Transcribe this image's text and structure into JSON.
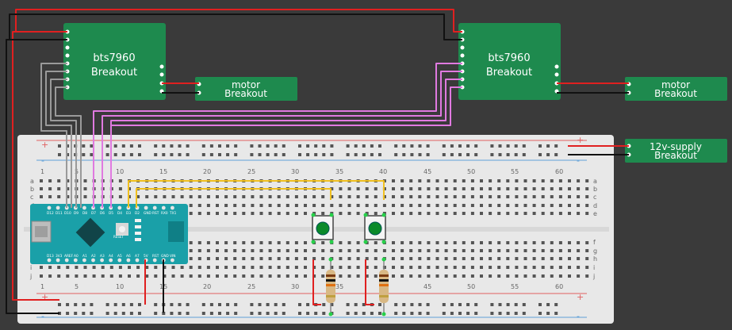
{
  "modules": {
    "driver1": {
      "line1": "bts7960",
      "line2": "Breakout"
    },
    "driver2": {
      "line1": "bts7960",
      "line2": "Breakout"
    },
    "motor1": {
      "line1": "motor",
      "line2": "Breakout"
    },
    "motor2": {
      "line1": "motor",
      "line2": "Breakout"
    },
    "supply": {
      "line1": "12v-supply",
      "line2": "Breakout"
    }
  },
  "breadboard": {
    "plus": "+",
    "minus": "-",
    "columns": [
      "1",
      "5",
      "10",
      "15",
      "20",
      "25",
      "30",
      "35",
      "40",
      "45",
      "50",
      "55",
      "60"
    ],
    "rows_top": [
      "a",
      "b",
      "c",
      "d",
      "e"
    ],
    "rows_bottom": [
      "f",
      "g",
      "h",
      "i",
      "j"
    ]
  },
  "arduino": {
    "top_pins": [
      "D12",
      "D11",
      "D10",
      "D9",
      "D8",
      "D7",
      "D6",
      "D5",
      "D4",
      "D3",
      "D2",
      "GND",
      "RST",
      "RX0",
      "TX1"
    ],
    "bottom_pins": [
      "D13",
      "3V3",
      "AREF",
      "A0",
      "A1",
      "A2",
      "A3",
      "A4",
      "A5",
      "A6",
      "A7",
      "5V",
      "RST",
      "GND",
      "VIN"
    ],
    "reset_label": "RESET"
  },
  "colors": {
    "module_green": "#1e8a4e",
    "wire_red": "#e02020",
    "wire_black": "#111111",
    "wire_gray": "#9a9a9a",
    "wire_pink": "#e07ae0",
    "wire_yellow": "#f0c020",
    "board_teal": "#1aa0a8"
  }
}
